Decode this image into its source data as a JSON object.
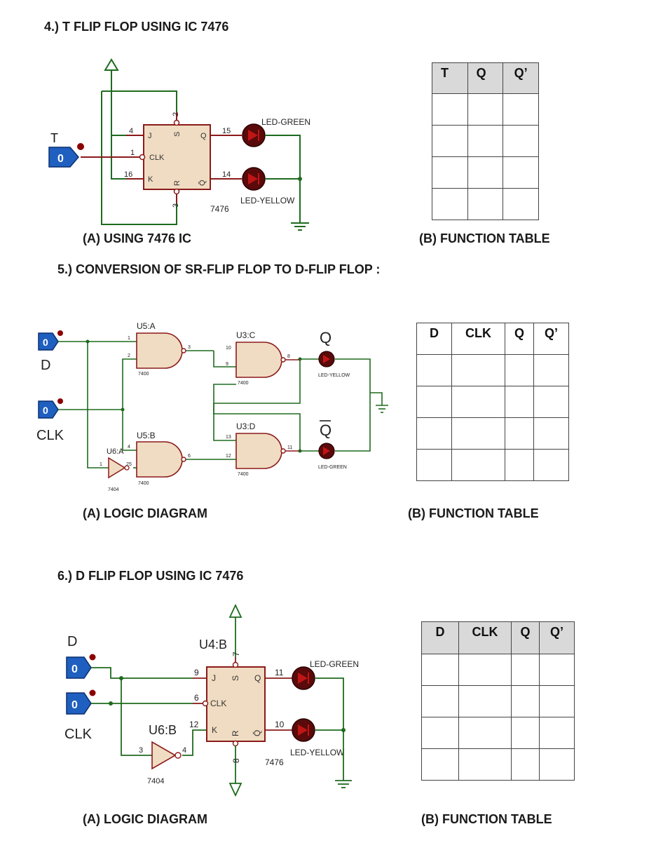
{
  "section4": {
    "heading": "4.) T FLIP FLOP USING IC 7476",
    "caption_a": "(A) USING 7476 IC",
    "caption_b": "(B) FUNCTION TABLE",
    "table_headers": [
      "T",
      "Q",
      "Q’"
    ],
    "table_rows": 4,
    "circuit": {
      "input_label": "T",
      "input_value": "0",
      "pin_j": "4",
      "pin_clk": "1",
      "pin_k": "16",
      "pin_s": "2",
      "pin_r": "3",
      "pin_q": "15",
      "pin_qbar": "14",
      "label_j": "J",
      "label_clk": "CLK",
      "label_k": "K",
      "label_s": "S",
      "label_r": "R",
      "label_q": "Q",
      "label_qbar": "Q̄",
      "chip": "7476",
      "led_top": "LED-GREEN",
      "led_bottom": "LED-YELLOW"
    }
  },
  "section5": {
    "heading": "5.) CONVERSION OF SR-FLIP FLOP TO D-FLIP FLOP :",
    "caption_a": "(A) LOGIC DIAGRAM",
    "caption_b": "(B) FUNCTION TABLE",
    "table_headers": [
      "D",
      "CLK",
      "Q",
      "Q’"
    ],
    "table_rows": 4,
    "circuit": {
      "input_d_label": "D",
      "input_clk_label": "CLK",
      "input_value": "0",
      "gate_u5a": "U5:A",
      "gate_u5b": "U5:B",
      "gate_u3c": "U3:C",
      "gate_u3d": "U3:D",
      "inverter": "U6:A",
      "nand_part": "7400",
      "inv_part": "7404",
      "out_q": "Q",
      "out_qbar": "Q",
      "led_top": "LED-YELLOW",
      "led_bottom": "LED-GREEN",
      "pins": {
        "u5a_1": "1",
        "u5a_2": "2",
        "u5a_3": "3",
        "u3c_10": "10",
        "u3c_9": "9",
        "u3c_8": "8",
        "u5b_4": "4",
        "u5b_5": "5",
        "u5b_6": "6",
        "u3d_13": "13",
        "u3d_12": "12",
        "u3d_11": "11",
        "inv_1": "1",
        "inv_2": "2"
      }
    }
  },
  "section6": {
    "heading": "6.) D FLIP FLOP USING IC 7476",
    "caption_a": "(A) LOGIC DIAGRAM",
    "caption_b": "(B) FUNCTION TABLE",
    "table_headers": [
      "D",
      "CLK",
      "Q",
      "Q’"
    ],
    "table_rows": 4,
    "circuit": {
      "input_d_label": "D",
      "input_clk_label": "CLK",
      "input_value": "0",
      "chip_name": "U4:B",
      "chip": "7476",
      "inverter": "U6:B",
      "inv_part": "7404",
      "pin_j": "9",
      "pin_clk": "6",
      "pin_k": "12",
      "pin_s": "7",
      "pin_r": "8",
      "pin_q": "11",
      "pin_qbar": "10",
      "inv_in": "3",
      "inv_out": "4",
      "label_j": "J",
      "label_clk": "CLK",
      "label_k": "K",
      "label_s": "S",
      "label_r": "R",
      "label_q": "Q",
      "label_qbar": "Q̄",
      "led_top": "LED-GREEN",
      "led_bottom": "LED-YELLOW"
    }
  },
  "colors": {
    "wire": "#8b1a1a",
    "wire_green": "#1e6b1e",
    "input_blue": "#1f5fbf",
    "led": "#5a0a0a",
    "chip_fill": "#f0dcc2",
    "chip_border": "#8b1a1a"
  }
}
